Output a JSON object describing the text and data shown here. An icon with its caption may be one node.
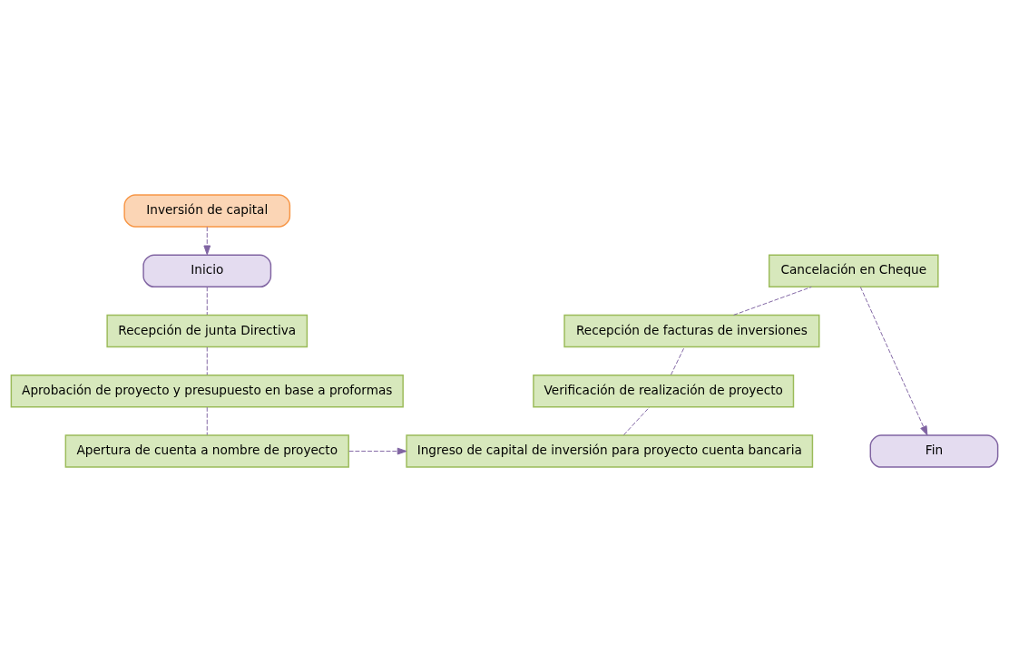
{
  "diagram": {
    "nodes": [
      {
        "text": [
          "Inversión de capital"
        ]
      },
      {
        "text": [
          "Inicio"
        ]
      },
      {
        "text": [
          "Recepción de junta Directiva"
        ]
      },
      {
        "text": [
          "Aprobación de proyecto y presupuesto en base a proformas"
        ]
      },
      {
        "text": [
          "Apertura de cuenta a nombre de proyecto"
        ]
      },
      {
        "text": [
          "Ingreso de capital de inversión para proyecto cuenta bancaria"
        ]
      },
      {
        "text": [
          "Verificación de realización de proyecto"
        ]
      },
      {
        "text": [
          "Recepción de facturas de inversiones"
        ]
      },
      {
        "text": [
          "Cancelación en Cheque"
        ]
      },
      {
        "text": [
          "Fin"
        ]
      }
    ],
    "edges": [
      {
        "from": 0,
        "to": 1,
        "arrow": "to",
        "style": "dashed"
      },
      {
        "from": 1,
        "to": 2,
        "arrow": "none",
        "style": "dashed"
      },
      {
        "from": 2,
        "to": 3,
        "arrow": "none",
        "style": "dashed"
      },
      {
        "from": 3,
        "to": 4,
        "arrow": "none",
        "style": "dashed"
      },
      {
        "from": 4,
        "to": 5,
        "arrow": "to",
        "style": "dashed"
      },
      {
        "from": 5,
        "to": 6,
        "arrow": "none",
        "style": "dashed"
      },
      {
        "from": 6,
        "to": 7,
        "arrow": "none",
        "style": "dashed"
      },
      {
        "from": 7,
        "to": 8,
        "arrow": "none",
        "style": "dashed"
      },
      {
        "from": 8,
        "to": 9,
        "arrow": "to",
        "style": "dashed"
      }
    ]
  }
}
